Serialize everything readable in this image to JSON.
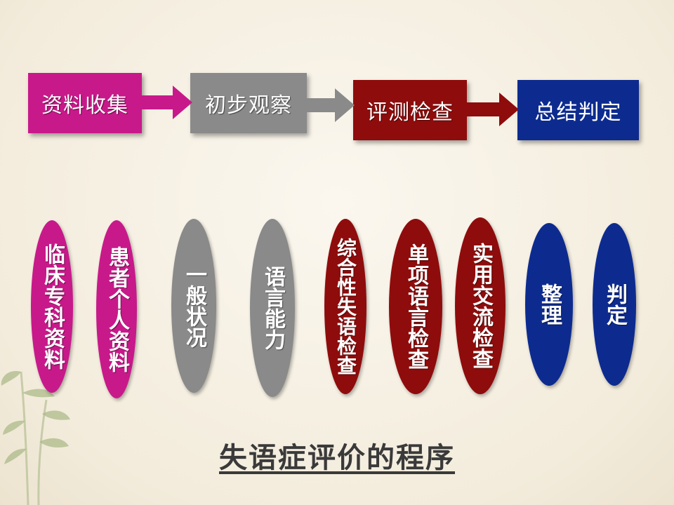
{
  "steps": [
    {
      "label": "资料收集",
      "color": "#c8198a"
    },
    {
      "label": "初步观察",
      "color": "#8a8a8a"
    },
    {
      "label": "评测检查",
      "color": "#8f0c0c"
    },
    {
      "label": "总结判定",
      "color": "#0d2b8f"
    }
  ],
  "ovals": [
    {
      "label": "临床专科资料",
      "color": "#c8198a"
    },
    {
      "label": "患者个人资料",
      "color": "#c8198a"
    },
    {
      "label": "一般状况",
      "color": "#8a8a8a"
    },
    {
      "label": "语言能力",
      "color": "#8a8a8a"
    },
    {
      "label": "综合性失语检查",
      "color": "#8f0c0c"
    },
    {
      "label": "单项语言检查",
      "color": "#8f0c0c"
    },
    {
      "label": "实用交流检查",
      "color": "#8f0c0c"
    },
    {
      "label": "整理",
      "color": "#0d2b8f"
    },
    {
      "label": "判定",
      "color": "#0d2b8f"
    }
  ],
  "title": "失语症评价的程序",
  "colors": {
    "background": "#f6f0e4",
    "title": "#3a3a3a"
  }
}
